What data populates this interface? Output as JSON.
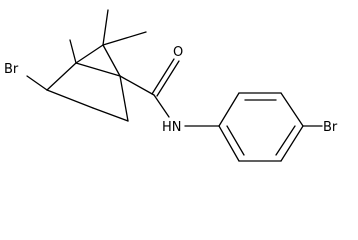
{
  "molecule": {
    "atom_labels": {
      "bromine_left": "Br",
      "oxygen": "O",
      "amide_nitrogen": "HN",
      "bromine_right": "Br"
    }
  },
  "colors": {
    "background": "#ffffff",
    "ink": "#000000"
  }
}
